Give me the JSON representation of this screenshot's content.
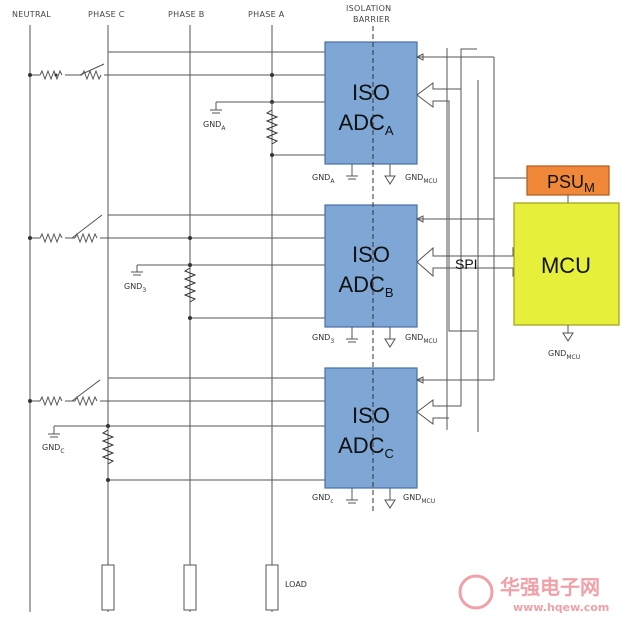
{
  "headers": {
    "neutral": "NEUTRAL",
    "phase_c": "PHASE C",
    "phase_b": "PHASE B",
    "phase_a": "PHASE A",
    "isolation_1": "ISOLATION",
    "isolation_2": "BARRIER"
  },
  "adcs": [
    {
      "iso": "ISO",
      "adc": "ADC",
      "sub": "A",
      "gnd_left": "GND",
      "gnd_left_sub": "A",
      "gnd_right": "GND",
      "gnd_right_sub": "MCU"
    },
    {
      "iso": "ISO",
      "adc": "ADC",
      "sub": "B",
      "gnd_left": "GND",
      "gnd_left_sub": "3",
      "gnd_right": "GND",
      "gnd_right_sub": "MCU"
    },
    {
      "iso": "ISO",
      "adc": "ADC",
      "sub": "C",
      "gnd_left": "GND",
      "gnd_left_sub": "c",
      "gnd_right": "GND",
      "gnd_right_sub": "MCU"
    }
  ],
  "side_grounds": [
    {
      "text": "GND",
      "sub": "A"
    },
    {
      "text": "GND",
      "sub": "3"
    },
    {
      "text": "GND",
      "sub": "C"
    }
  ],
  "psu": {
    "text": "PSU",
    "sub": "M"
  },
  "mcu": {
    "text": "MCU",
    "gnd": "GND",
    "gnd_sub": "MCU"
  },
  "spi": "SPI",
  "load": "LOAD",
  "watermark": {
    "cn": "华强电子网",
    "url": "www.hqew.com"
  },
  "colors": {
    "adc_fill": "#7fa7d6",
    "mcu_fill": "#e6ef3a",
    "psu_fill": "#f0883a",
    "watermark": "#f2a0a8"
  }
}
